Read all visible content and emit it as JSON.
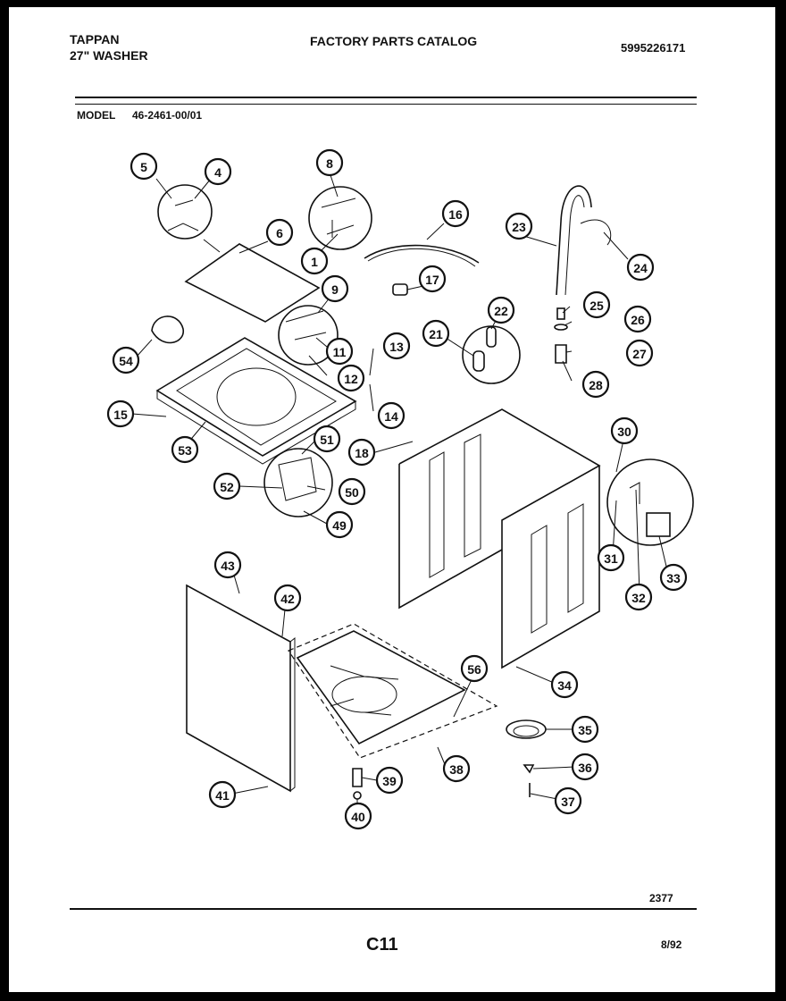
{
  "header": {
    "brand": "TAPPAN",
    "product": "27\" WASHER",
    "catalog_title": "FACTORY PARTS CATALOG",
    "catalog_number": "5995226171",
    "model_label": "MODEL",
    "model_number": "46-2461-00/01"
  },
  "diagram": {
    "part_callouts": [
      "1",
      "4",
      "5",
      "6",
      "8",
      "9",
      "11",
      "12",
      "13",
      "14",
      "15",
      "16",
      "17",
      "18",
      "21",
      "22",
      "23",
      "24",
      "25",
      "26",
      "27",
      "28",
      "30",
      "31",
      "32",
      "33",
      "34",
      "35",
      "36",
      "37",
      "38",
      "39",
      "40",
      "41",
      "42",
      "43",
      "49",
      "50",
      "51",
      "52",
      "53",
      "54",
      "56"
    ]
  },
  "footer": {
    "drawing_number": "2377",
    "page_code": "C11",
    "date": "8/92"
  }
}
